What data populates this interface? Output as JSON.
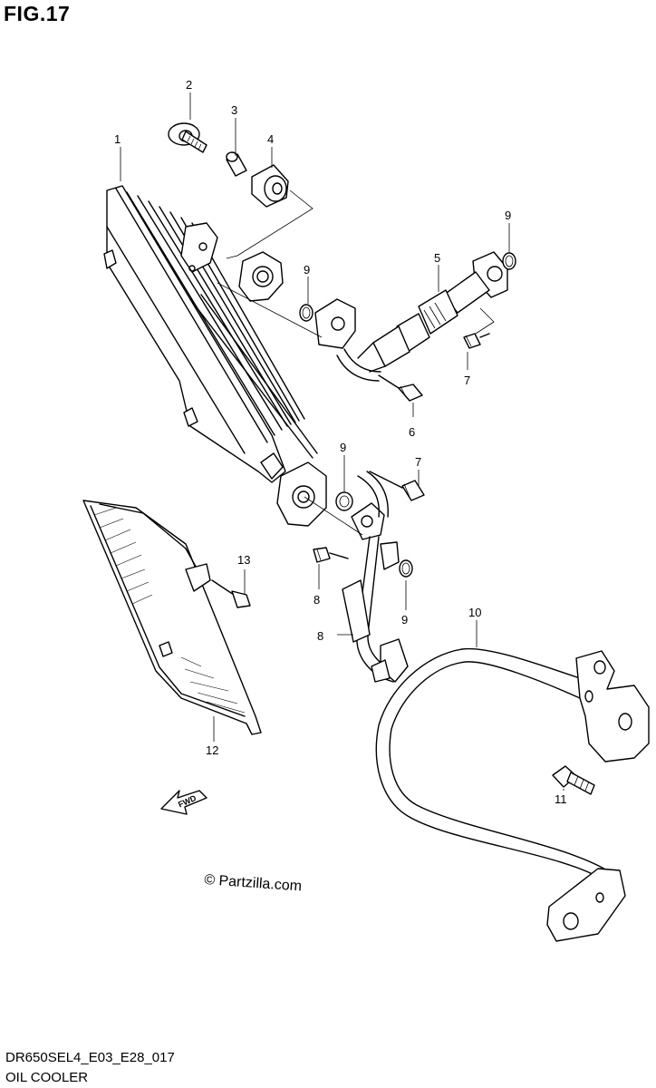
{
  "figure": {
    "title": "FIG.17",
    "model_code": "DR650SEL4_E03_E28_017",
    "name": "OIL COOLER"
  },
  "watermark": "© Partzilla.com",
  "fwd_arrow": {
    "label": "FWD"
  },
  "callouts": [
    "1",
    "2",
    "3",
    "4",
    "5",
    "6",
    "7",
    "7",
    "8",
    "8",
    "9",
    "9",
    "9",
    "9",
    "10",
    "11",
    "12",
    "13"
  ]
}
